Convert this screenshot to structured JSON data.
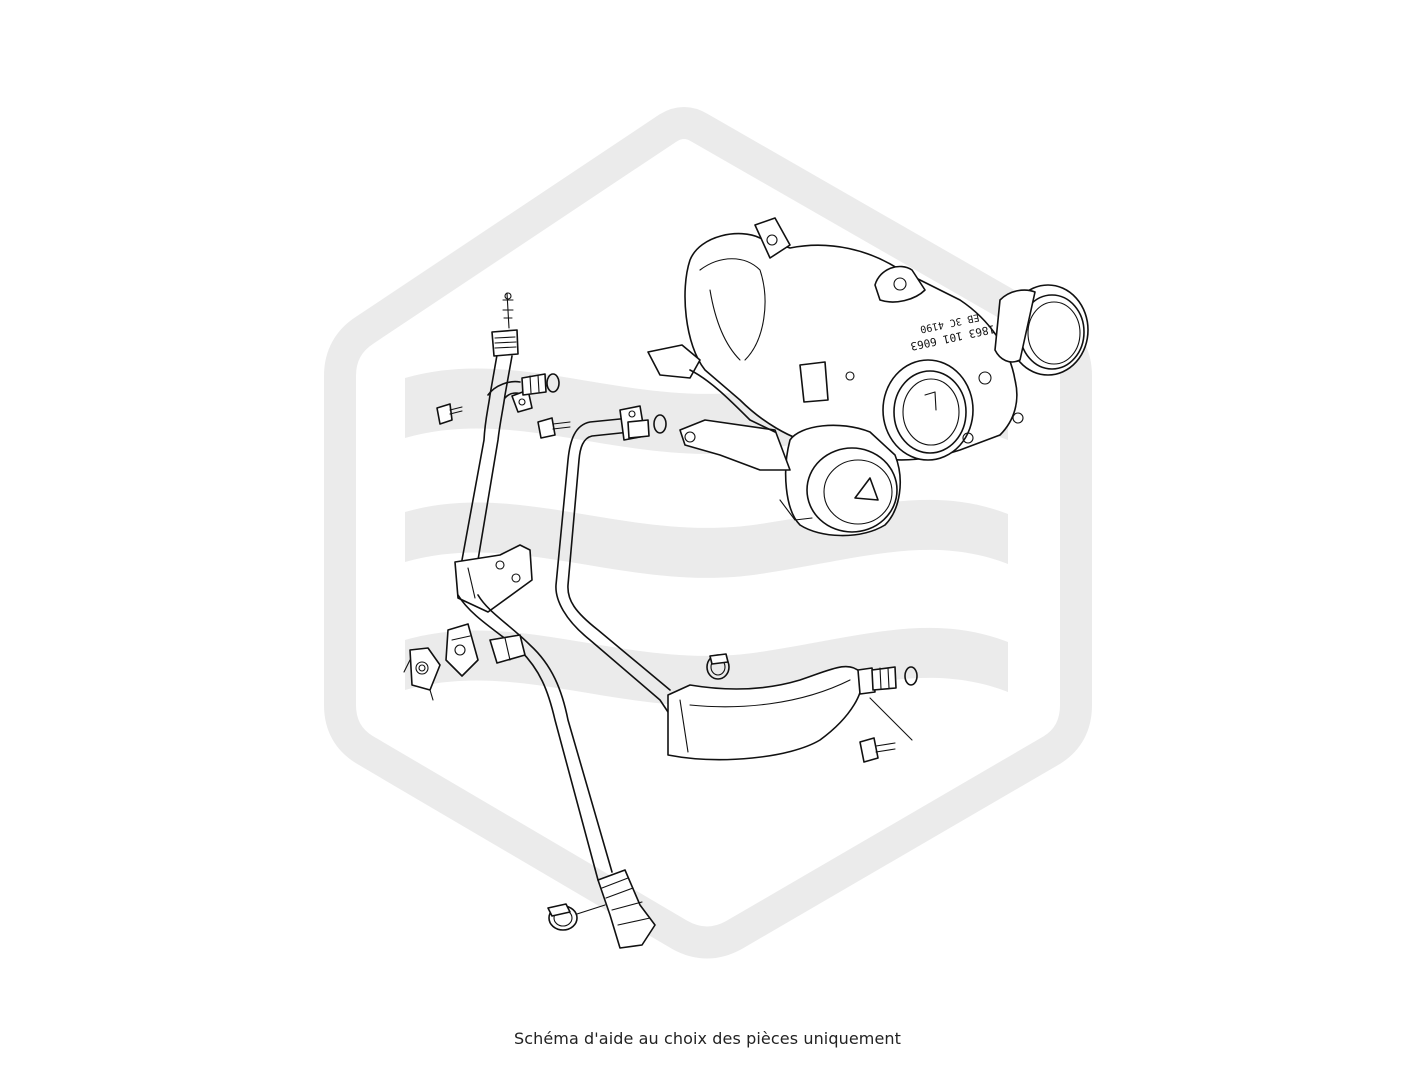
{
  "caption": "Schéma d'aide au choix des pièces uniquement",
  "turbo_stamp": {
    "line1": "1863 101 6063",
    "line2": "EB 3C 4190"
  },
  "colors": {
    "watermark": "#ebebeb",
    "line": "#111111",
    "background": "#ffffff"
  },
  "icons": {
    "watermark": "hexagon-wave-logo"
  }
}
